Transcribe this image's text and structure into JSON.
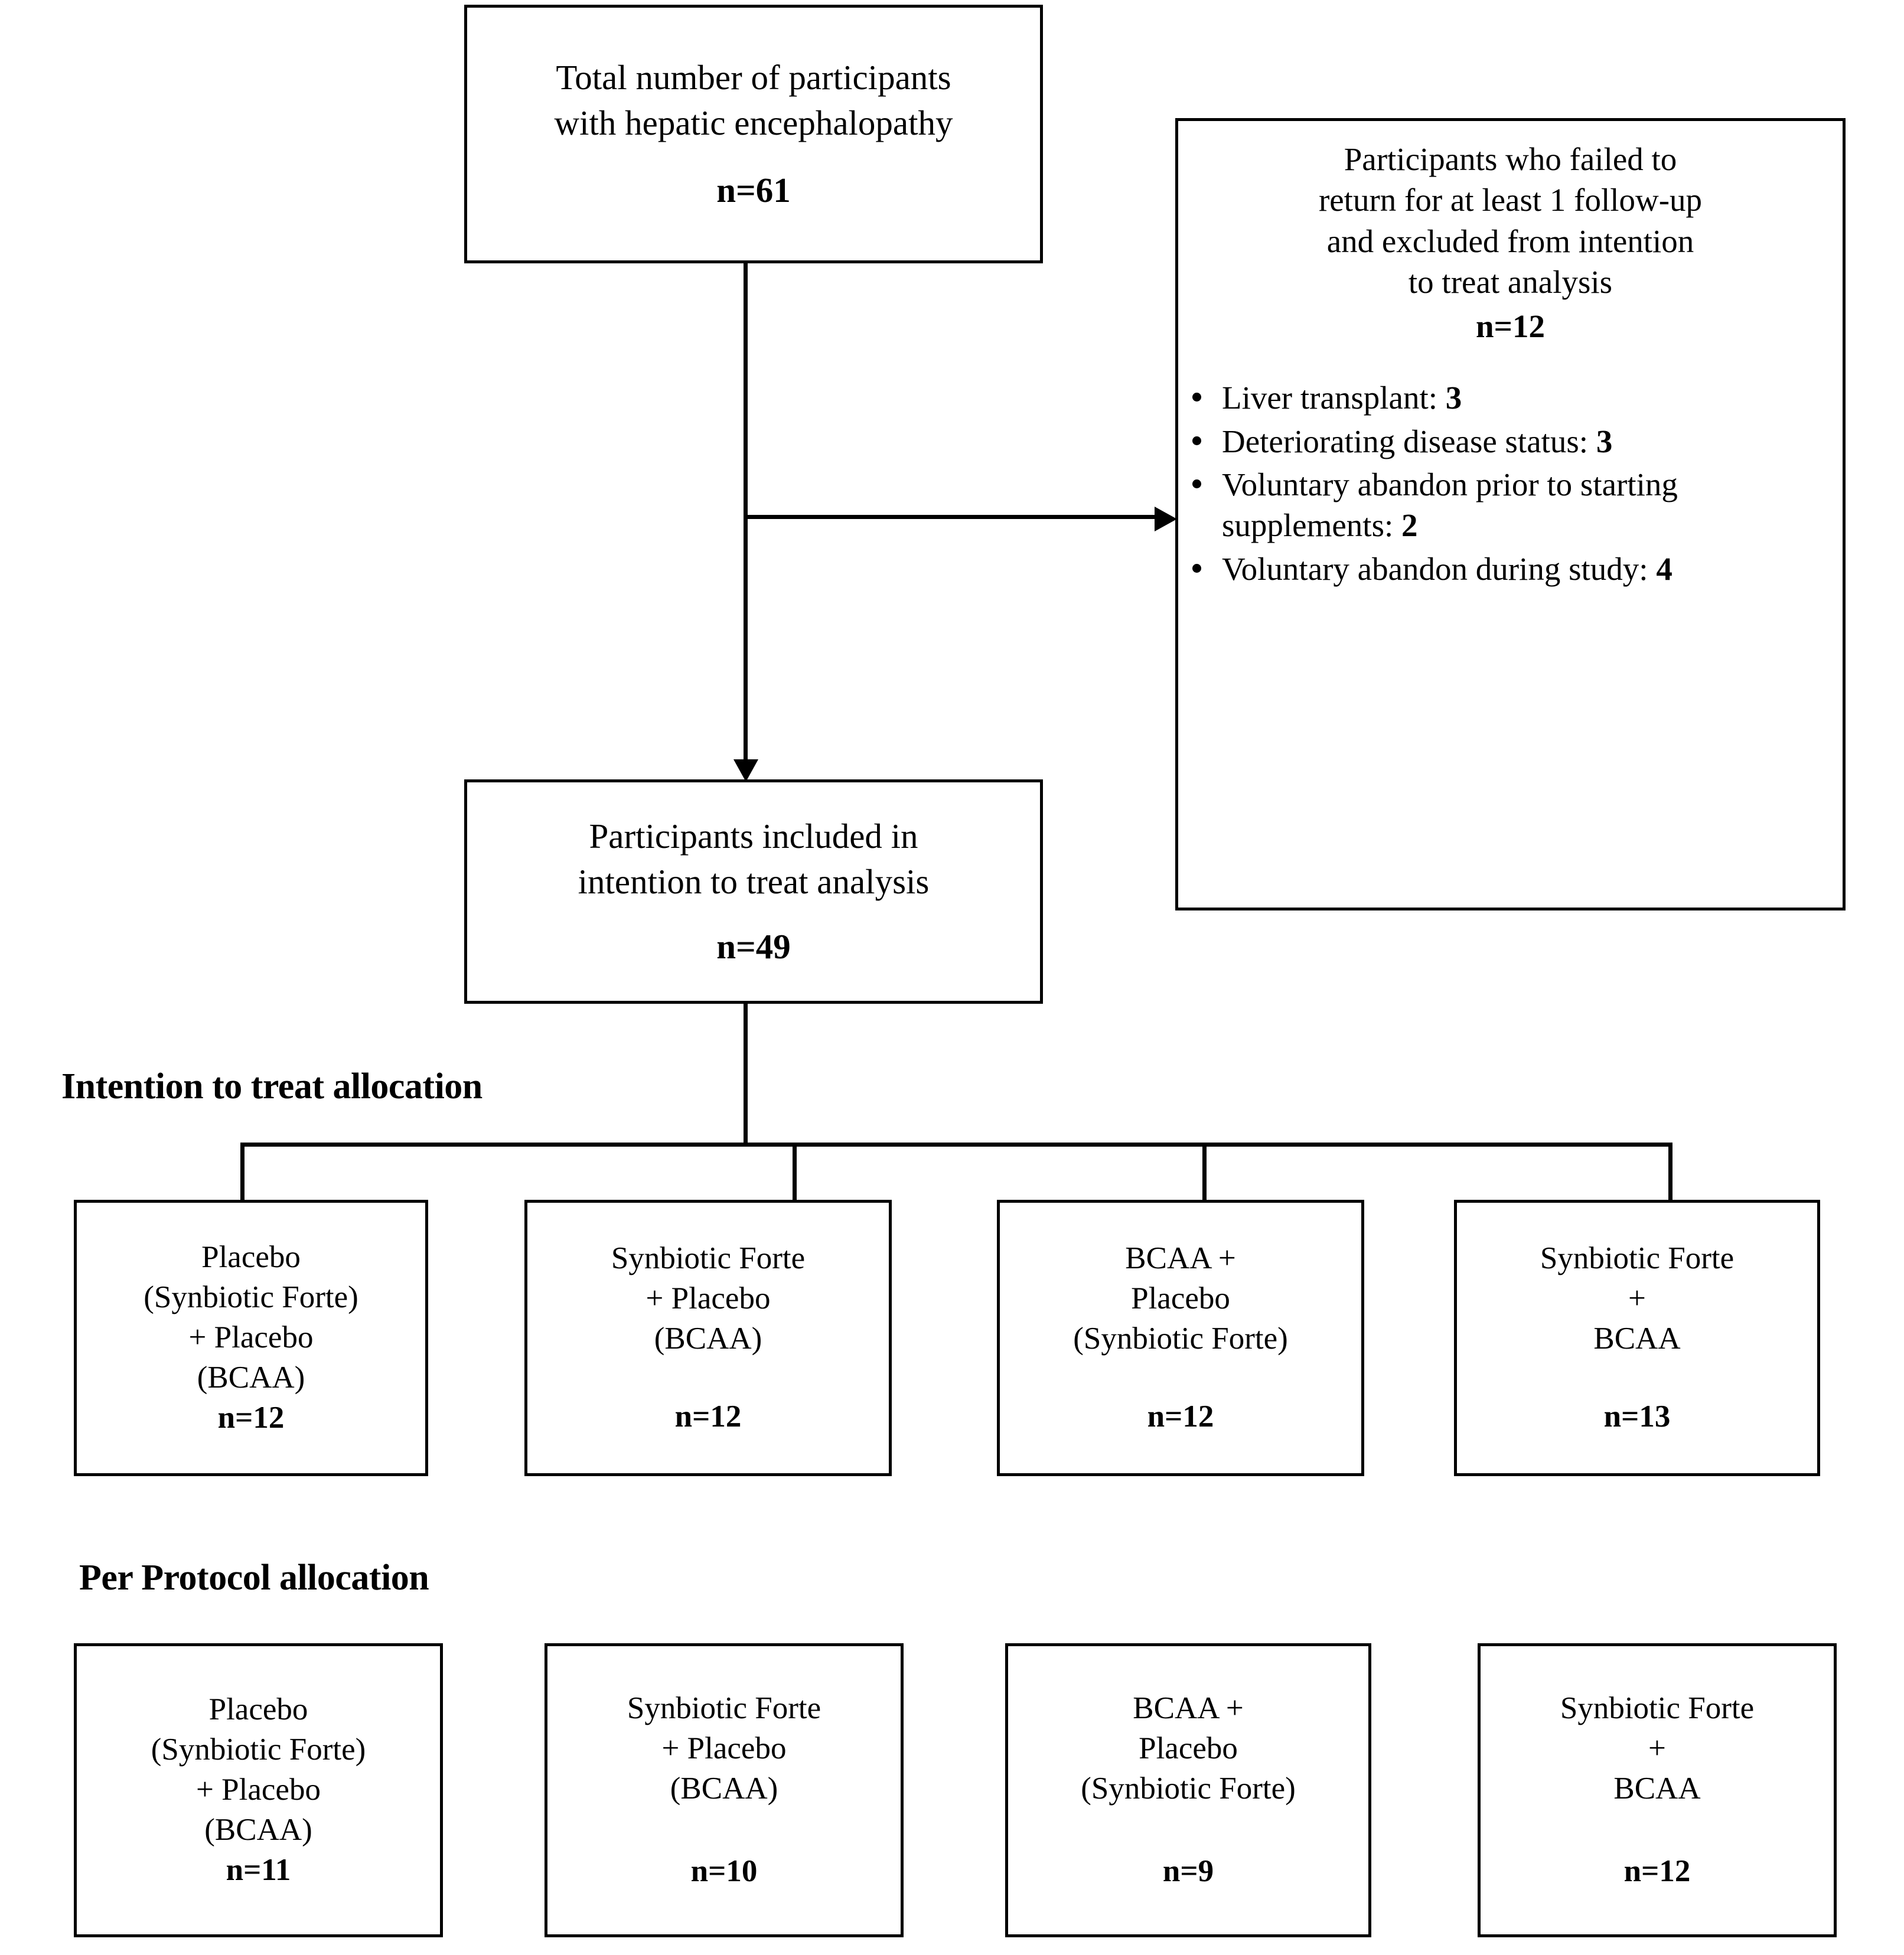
{
  "figure": {
    "type": "consort-flow-diagram",
    "title_text": ""
  },
  "top_box": {
    "lines": [
      "Total number of participants",
      "with hepatic encephalopathy"
    ],
    "n_label": "n=61",
    "n_value": 61
  },
  "exclusion_box": {
    "lines": [
      "Participants who failed to",
      "return for at least 1 follow-up",
      "and excluded from intention",
      "to treat analysis"
    ],
    "n_label": "n=12",
    "n_value": 12,
    "reasons": [
      {
        "label": "Liver transplant:",
        "count": "3"
      },
      {
        "label": "Deteriorating disease status:",
        "count": "3"
      },
      {
        "label": "Voluntary abandon prior to starting supplements:",
        "count": "2"
      },
      {
        "label": "Voluntary abandon during study:",
        "count": "4"
      }
    ]
  },
  "itt_box": {
    "lines": [
      "Participants included in",
      "intention to treat analysis"
    ],
    "n_label": "n=49",
    "n_value": 49
  },
  "itt_section": {
    "heading": "Intention to treat allocation",
    "groups": [
      {
        "lines": [
          "Placebo",
          "(Synbiotic Forte)",
          "+ Placebo",
          "(BCAA)"
        ],
        "n_label": "n=12",
        "n_value": 12
      },
      {
        "lines": [
          "Synbiotic Forte",
          "+ Placebo",
          "(BCAA)"
        ],
        "n_label": "n=12",
        "n_value": 12
      },
      {
        "lines": [
          "BCAA +",
          "Placebo",
          "(Synbiotic Forte)"
        ],
        "n_label": "n=12",
        "n_value": 12
      },
      {
        "lines": [
          "Synbiotic Forte",
          "+",
          "BCAA"
        ],
        "n_label": "n=13",
        "n_value": 13
      }
    ]
  },
  "pp_section": {
    "heading": "Per Protocol allocation",
    "groups": [
      {
        "lines": [
          "Placebo",
          "(Synbiotic Forte)",
          "+ Placebo",
          "(BCAA)"
        ],
        "n_label": "n=11",
        "n_value": 11
      },
      {
        "lines": [
          "Synbiotic Forte",
          "+ Placebo",
          "(BCAA)"
        ],
        "n_label": "n=10",
        "n_value": 10
      },
      {
        "lines": [
          "BCAA +",
          "Placebo",
          "(Synbiotic Forte)"
        ],
        "n_label": "n=9",
        "n_value": 9
      },
      {
        "lines": [
          "Synbiotic Forte",
          "+",
          "BCAA"
        ],
        "n_label": "n=12",
        "n_value": 12
      }
    ]
  },
  "colors": {
    "stroke": "#000000",
    "background": "#ffffff",
    "text": "#000000"
  }
}
